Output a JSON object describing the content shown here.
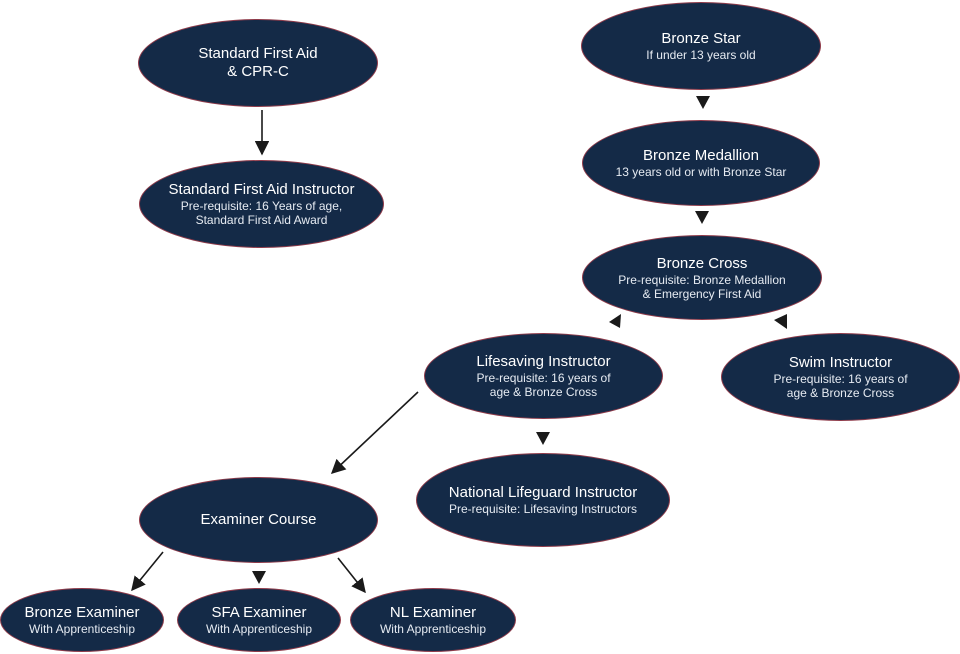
{
  "nodes": {
    "sfa": {
      "title": "Standard First Aid",
      "title2": "& CPR-C"
    },
    "sfai": {
      "title": "Standard First Aid Instructor",
      "sub": "Pre-requisite: 16 Years of age,",
      "sub2": "Standard First Aid Award"
    },
    "bs": {
      "title": "Bronze Star",
      "sub": "If under 13 years old"
    },
    "bm": {
      "title": "Bronze Medallion",
      "sub": "13 years old or with Bronze Star"
    },
    "bc": {
      "title": "Bronze Cross",
      "sub": "Pre-requisite: Bronze Medallion",
      "sub2": "& Emergency First Aid"
    },
    "li": {
      "title": "Lifesaving Instructor",
      "sub": "Pre-requisite: 16 years of",
      "sub2": "age & Bronze Cross"
    },
    "si": {
      "title": "Swim Instructor",
      "sub": "Pre-requisite: 16 years of",
      "sub2": "age & Bronze Cross"
    },
    "nli": {
      "title": "National Lifeguard Instructor",
      "sub": "Pre-requisite: Lifesaving Instructors"
    },
    "ec": {
      "title": "Examiner Course"
    },
    "be": {
      "title": "Bronze Examiner",
      "sub": "With Apprenticeship"
    },
    "sfe": {
      "title": "SFA Examiner",
      "sub": "With Apprenticeship"
    },
    "nle": {
      "title": "NL Examiner",
      "sub": "With Apprenticeship"
    }
  },
  "colors": {
    "node_fill": "#142a47",
    "node_border": "#8e3b4a",
    "text": "#ffffff",
    "connector": "#1a1a1a"
  }
}
